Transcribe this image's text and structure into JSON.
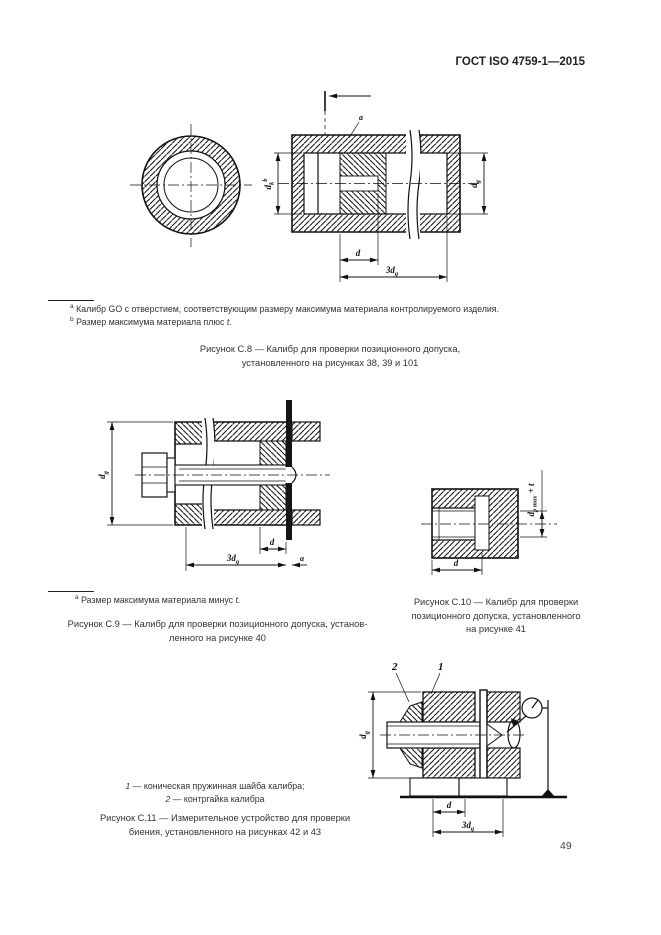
{
  "header": {
    "title": "ГОСТ ISO 4759-1—2015"
  },
  "page_number": "49",
  "figure_c8": {
    "footnotes": [
      {
        "marker": "a",
        "text": "Калибр GO с отверстием, соответствующим размеру максимума материала контролируемого изделия."
      },
      {
        "marker": "b",
        "text": "Размер максимума материала плюс",
        "italic": "t."
      }
    ],
    "caption_lines": [
      "Рисунок С.8 — Калибр для проверки позиционного допуска,",
      "установленного на рисунках 38, 39 и 101"
    ],
    "dims": {
      "dk": {
        "base": "d",
        "sub": "k",
        "sup": "b"
      },
      "dg": {
        "base": "d",
        "sub": "g"
      },
      "d": "d",
      "d3g": {
        "base": "3d",
        "sub": "g"
      },
      "note_a": "a"
    }
  },
  "figure_c9": {
    "footnote": {
      "marker": "a",
      "text": "Размер максимума материала минус",
      "italic": "t."
    },
    "caption_lines": [
      "Рисунок С.9 — Калибр для проверки позиционного допуска, установ-",
      "ленного на рисунке 40"
    ],
    "dims": {
      "dg": {
        "base": "d",
        "sub": "g"
      },
      "d": "d",
      "d3g": {
        "base": "3d",
        "sub": "g"
      },
      "note_a": "a"
    }
  },
  "figure_c10": {
    "caption_lines": [
      "Рисунок С.10 — Калибр для проверки",
      "позиционного допуска, установленного",
      "на рисунке 41"
    ],
    "dims": {
      "d": "d",
      "dpmax": {
        "base": "d",
        "sub": "p max",
        "suffix": " + t"
      }
    }
  },
  "figure_c11": {
    "legend": [
      {
        "num": "1",
        "text": "— коническая пружинная шайба калибра;"
      },
      {
        "num": "2",
        "text": "— контргайка калибра"
      }
    ],
    "caption_lines": [
      "Рисунок С.11 — Измерительное устройство для проверки",
      "биения, установленного на рисунках 42 и 43"
    ],
    "callouts": {
      "c1": "1",
      "c2": "2"
    },
    "dims": {
      "dg": {
        "base": "d",
        "sub": "g"
      },
      "d": "d",
      "d3g": {
        "base": "3d",
        "sub": "g"
      }
    }
  }
}
